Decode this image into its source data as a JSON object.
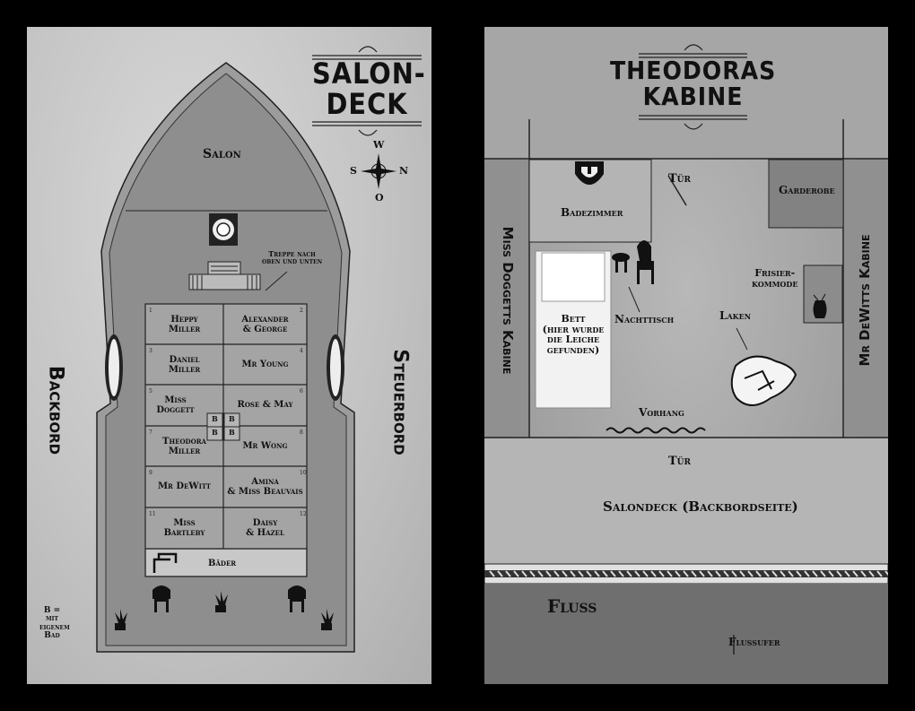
{
  "left": {
    "title_line1": "Salon-",
    "title_line2": "Deck",
    "compass": {
      "n": "W",
      "e": "N",
      "s": "O",
      "w": "S"
    },
    "salon": "Salon",
    "stairs": "Treppe nach\noben und unten",
    "port": "Backbord",
    "starboard": "Steuerbord",
    "bath_room": "Bäder",
    "bath_mark": "B",
    "legend": "B =\nmit\neigenem\nBad",
    "cabins": [
      {
        "num": "1",
        "name": "Heppy\nMiller"
      },
      {
        "num": "2",
        "name": "Alexander\n& George"
      },
      {
        "num": "3",
        "name": "Daniel\nMiller"
      },
      {
        "num": "4",
        "name": "Mr Young"
      },
      {
        "num": "5",
        "name": "Miss\nDoggett"
      },
      {
        "num": "6",
        "name": "Rose & May"
      },
      {
        "num": "7",
        "name": "Theodora\nMiller"
      },
      {
        "num": "8",
        "name": "Mr Wong"
      },
      {
        "num": "9",
        "name": "Mr DeWitt"
      },
      {
        "num": "10",
        "name": "Amina\n& Miss Beauvais"
      },
      {
        "num": "11",
        "name": "Miss\nBartleby"
      },
      {
        "num": "12",
        "name": "Daisy\n& Hazel"
      }
    ]
  },
  "right": {
    "title_line1": "Theodoras",
    "title_line2": "Kabine",
    "door_top": "Tür",
    "door_bottom": "Tür",
    "wardrobe": "Garderobe",
    "bathroom": "Badezimmer",
    "dresser": "Frisier-\nkommode",
    "sheet": "Laken",
    "nightstand": "Nachttisch",
    "bed": "Bett\n(hier wurde\ndie Leiche\ngefunden)",
    "curtain": "Vorhang",
    "left_cabin": "Miss Doggetts Kabine",
    "right_cabin": "Mr DeWitts Kabine",
    "salon_deck": "Salondeck (Backbordseite)",
    "river": "Fluss",
    "riverbank": "Flussufer"
  },
  "colors": {
    "ink": "#111111",
    "paper_left": "#cbcbcb",
    "paper_right": "#9b9b9b",
    "frame": "#000000"
  }
}
